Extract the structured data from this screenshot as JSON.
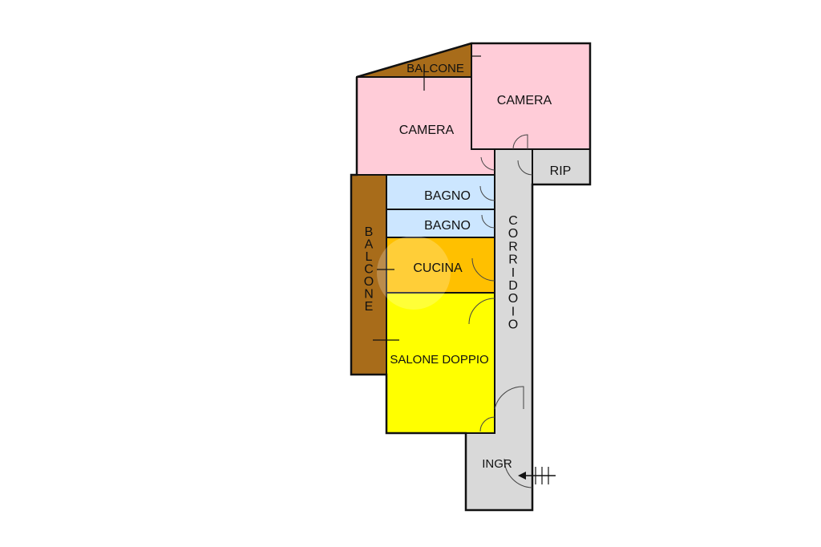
{
  "rooms": {
    "balcone_top": {
      "label": "BALCONE",
      "color": "#A86C1A"
    },
    "camera_left": {
      "label": "CAMERA",
      "color": "#FFCCD8"
    },
    "camera_right": {
      "label": "CAMERA",
      "color": "#FFCCD8"
    },
    "rip": {
      "label": "RIP",
      "color": "#D9D9D9"
    },
    "bagno_1": {
      "label": "BAGNO",
      "color": "#CCE6FF"
    },
    "bagno_2": {
      "label": "BAGNO",
      "color": "#CCE6FF"
    },
    "cucina": {
      "label": "CUCINA",
      "color": "#FFC000"
    },
    "salone": {
      "label": "SALONE DOPPIO",
      "color": "#FFFF00"
    },
    "balcone_side": {
      "label": "BALCONE",
      "color": "#A86C1A"
    },
    "corridoio": {
      "label": "CORRIDOIO",
      "color": "#D9D9D9"
    },
    "ingresso": {
      "label": "INGR",
      "color": "#D9D9D9"
    }
  }
}
